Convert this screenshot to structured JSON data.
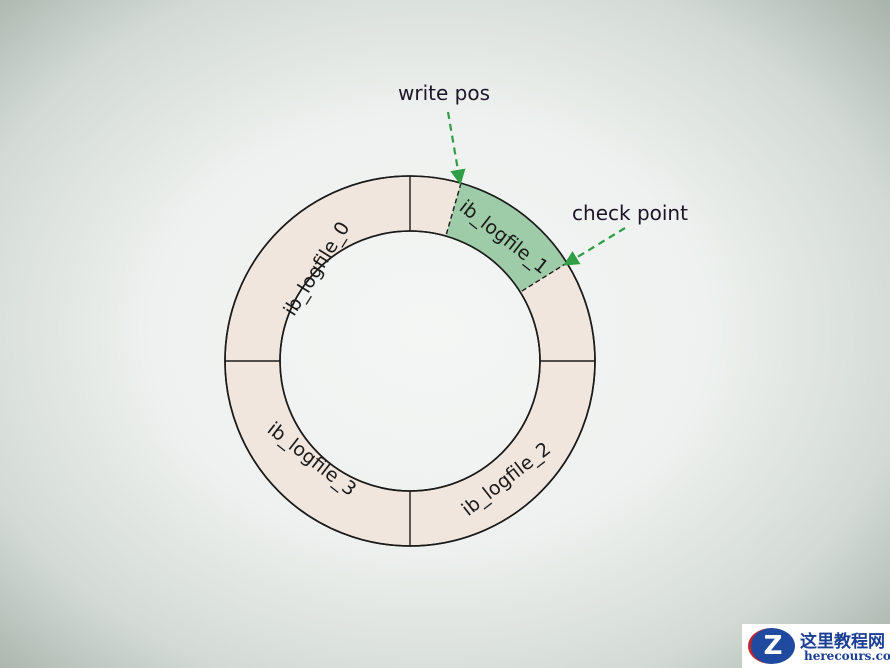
{
  "diagram": {
    "segments": [
      "ib_logfile_0",
      "ib_logfile_1",
      "ib_logfile_2",
      "ib_logfile_3"
    ],
    "annotations": {
      "write_pos": "write pos",
      "check_point": "check point"
    },
    "colors": {
      "segment_fill": "#f1e6de",
      "active_fill": "#9fcca8",
      "arrow": "#2f9e44",
      "stroke": "#1a1a1a"
    }
  },
  "watermark": {
    "title": "这里教程网",
    "url": "herecours.com",
    "logo_letter": "Z"
  }
}
